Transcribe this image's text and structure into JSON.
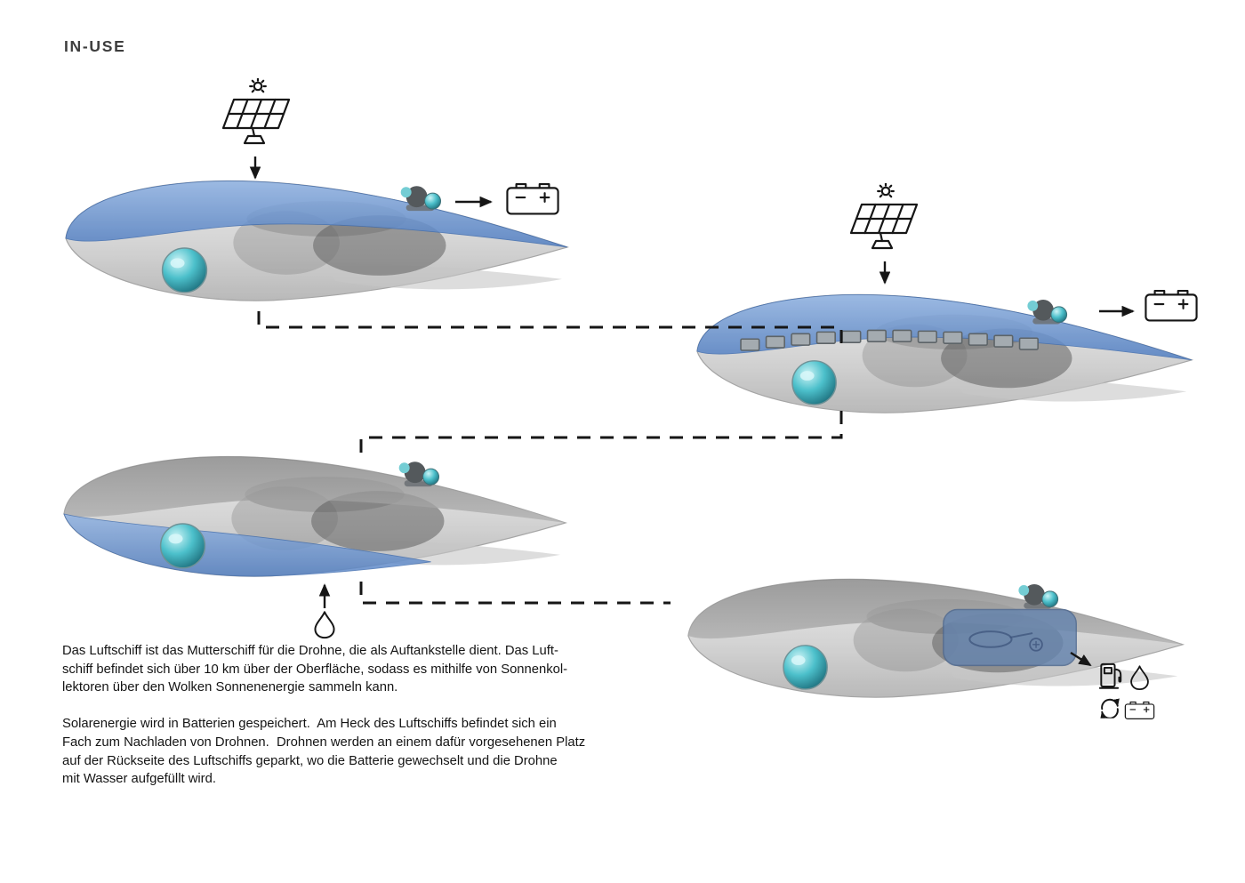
{
  "title": "IN-USE",
  "body_text": {
    "p1": [
      "Das Luftschiff ist das Mutterschiff für die Drohne, die als Auftankstelle dient. Das Luft-",
      "schiff befindet sich über 10 km über der Oberfläche, sodass es mithilfe von Sonnenkol-",
      "lektoren über den Wolken Sonnenenergie sammeln kann."
    ],
    "p2": [
      "Solarenergie wird in Batterien gespeichert.  Am Heck des Luftschiffs befindet sich ein",
      "Fach zum Nachladen von Drohnen.  Drohnen werden an einem dafür vorgesehenen Platz",
      "auf der Rückseite des Luftschiffs geparkt, wo die Batterie gewechselt und die Drohne",
      "mit Wasser aufgefüllt wird."
    ]
  },
  "figures": [
    {
      "name": "airship-solar-collecting",
      "variant": "blue-canopy-top"
    },
    {
      "name": "airship-battery-storage",
      "variant": "blue-canopy-with-battery-slot-row"
    },
    {
      "name": "airship-water-intake",
      "variant": "blue-underside"
    },
    {
      "name": "airship-drone-dock",
      "variant": "rear-dock-bay-highlighted"
    }
  ],
  "icons": {
    "solar_panel": "sun above tilted photovoltaic panel on stand",
    "battery": "battery outline with minus and plus terminals",
    "water_drop": "water droplet outline",
    "fuel_pump": "fuel pump outline",
    "recycle": "two circular refresh arrows",
    "arrow": "solid direction arrow",
    "dashed_connector": "dashed flow line between steps"
  },
  "colors": {
    "canopy_blue": "#6f97d2",
    "hull_gray": "#c9c9c9",
    "pod_teal": "#3fb6c2",
    "dock_blue": "#6584ae",
    "ink": "#161616"
  }
}
